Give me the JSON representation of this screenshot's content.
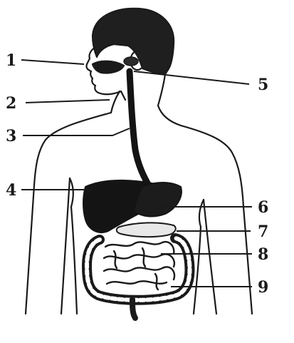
{
  "labels": {
    "l1": "1",
    "l2": "2",
    "l3": "3",
    "l4": "4",
    "l5": "5",
    "l6": "6",
    "l7": "7",
    "l8": "8",
    "l9": "9"
  },
  "colors": {
    "ink": "#1a1a1a",
    "organ_dark": "#141414",
    "paper": "#ffffff"
  }
}
